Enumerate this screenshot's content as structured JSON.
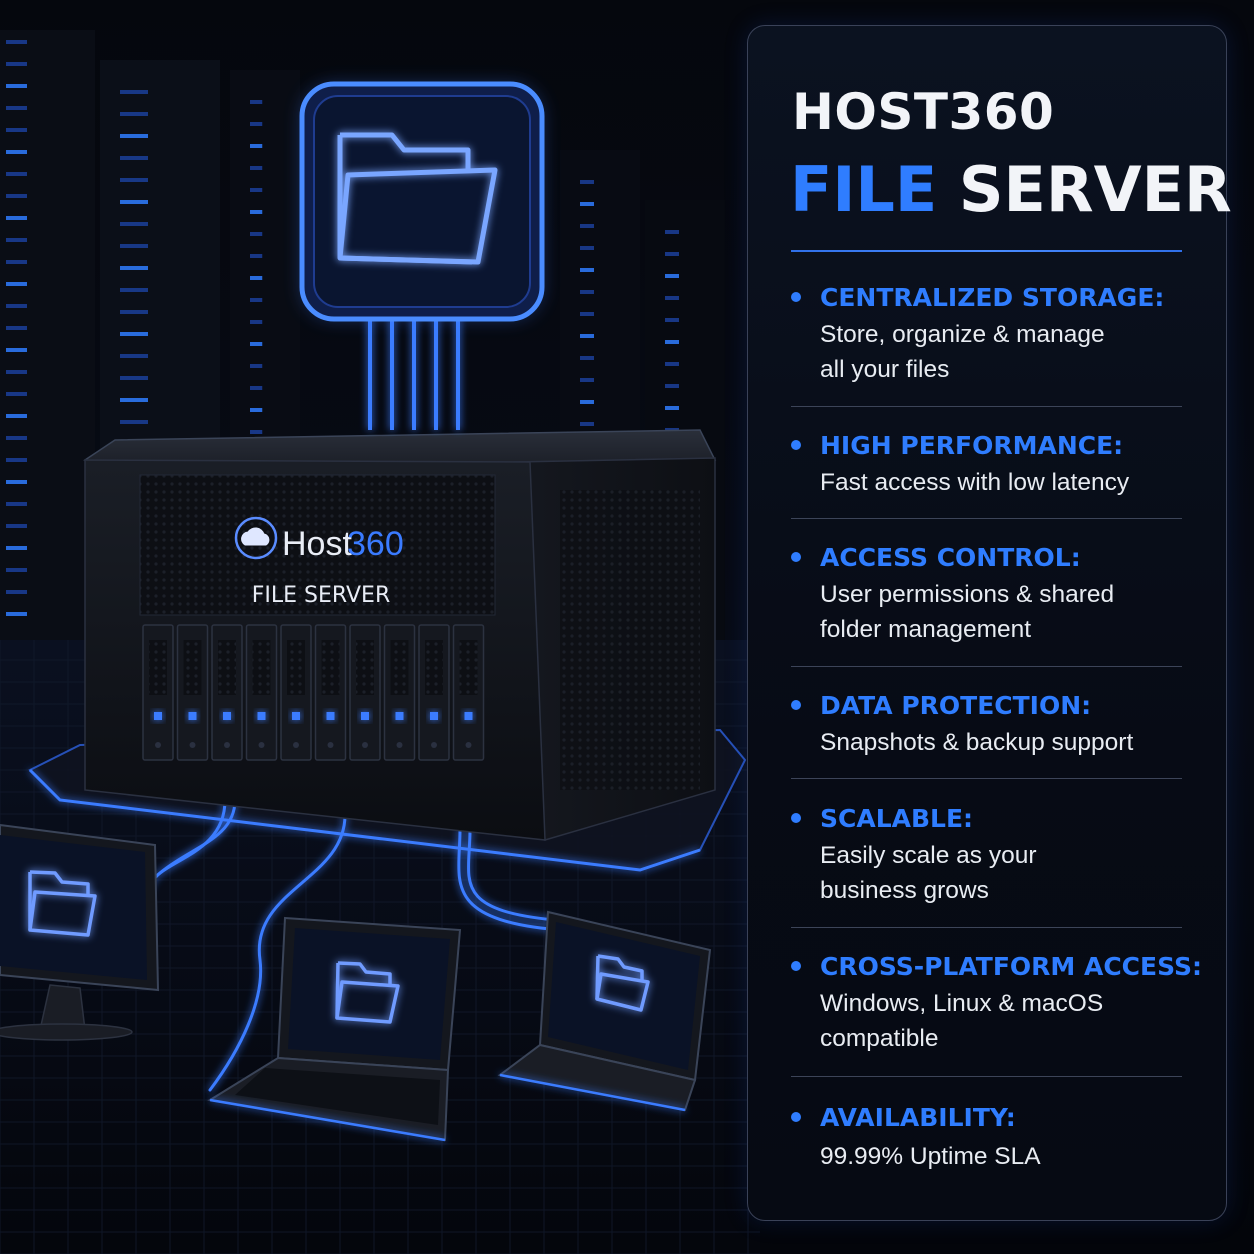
{
  "server": {
    "logo_text_a": "Host",
    "logo_text_b": "360",
    "label": "FILE SERVER"
  },
  "panel": {
    "brand": "HOST360",
    "title_accent": "FILE",
    "title_rest": "SERVER",
    "features": [
      {
        "heading": "CENTRALIZED STORAGE:",
        "text": "Store, organize & manage\nall your files"
      },
      {
        "heading": "HIGH PERFORMANCE:",
        "text": "Fast access with low latency"
      },
      {
        "heading": "ACCESS CONTROL:",
        "text": "User permissions & shared\nfolder management"
      },
      {
        "heading": "DATA PROTECTION:",
        "text": "Snapshots & backup support"
      },
      {
        "heading": "SCALABLE:",
        "text": "Easily scale as your\nbusiness grows"
      },
      {
        "heading": "CROSS-PLATFORM ACCESS:",
        "text": "Windows, Linux & macOS\ncompatible"
      },
      {
        "heading": "AVAILABILITY:",
        "text": "99.99% Uptime SLA"
      }
    ]
  },
  "colors": {
    "accent_blue": "#2f7dff",
    "glow_blue": "#3a7bff",
    "panel_bg": "#070b15",
    "text_white": "#f2f4f8"
  },
  "icons": [
    "folder-icon",
    "cloud-logo-icon",
    "bullet-dot-icon"
  ]
}
